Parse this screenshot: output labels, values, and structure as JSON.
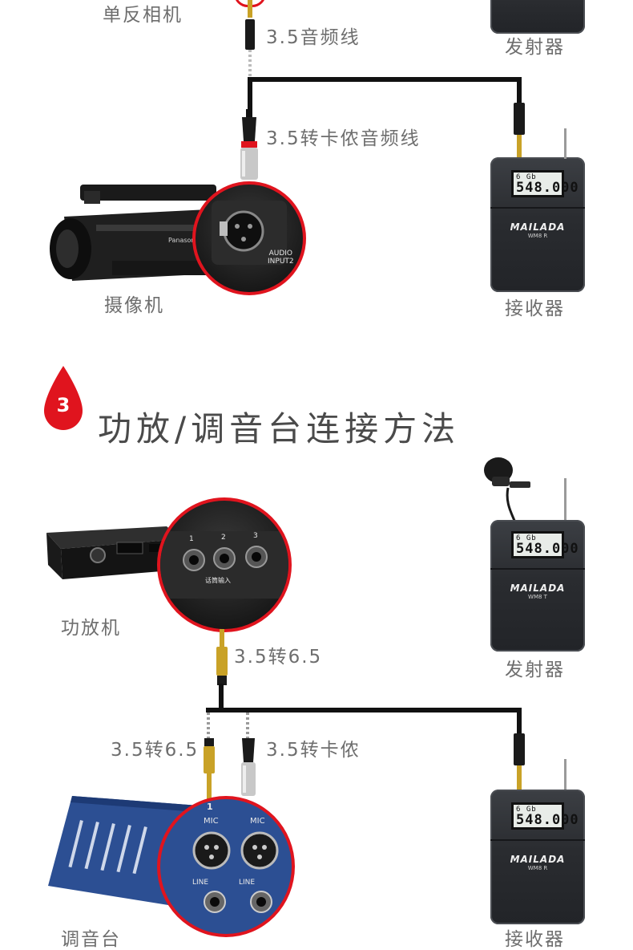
{
  "section2": {
    "camera_dslr_label": "单反相机",
    "cable_35_audio": "3.5音频线",
    "cable_35_xlr": "3.5转卡侬音频线",
    "camcorder_label": "摄像机",
    "transmitter_label": "发射器",
    "receiver_label": "接收器",
    "camcorder_panel": {
      "line1": "AUDIO",
      "line2": "INPUT2"
    },
    "camcorder_brand": "Panasonic"
  },
  "section3": {
    "number": "3",
    "title": "功放/调音台连接方法",
    "amplifier_label": "功放机",
    "amp_panel": {
      "ports": [
        "1",
        "2",
        "3"
      ],
      "caption": "话筒输入"
    },
    "cable_35_65_top": "3.5转6.5",
    "cable_35_65_left": "3.5转6.5",
    "cable_35_xlr": "3.5转卡侬",
    "mixer_label": "调音台",
    "mixer_panel": {
      "channel": "1",
      "mic": "MIC",
      "line": "LINE"
    },
    "transmitter_label": "发射器",
    "receiver_label": "接收器"
  },
  "device_text": {
    "brand": "MAILADA",
    "receiver_model": "WM8 R",
    "transmitter_model": "WM8 T",
    "lcd_top": "6 Gb",
    "lcd_freq": "548.000"
  },
  "colors": {
    "accent_red": "#e0141e",
    "label_gray": "#6e6e6e",
    "title_gray": "#4a4a4a",
    "cable_black": "#111111",
    "gold_plug": "#c9a227"
  }
}
